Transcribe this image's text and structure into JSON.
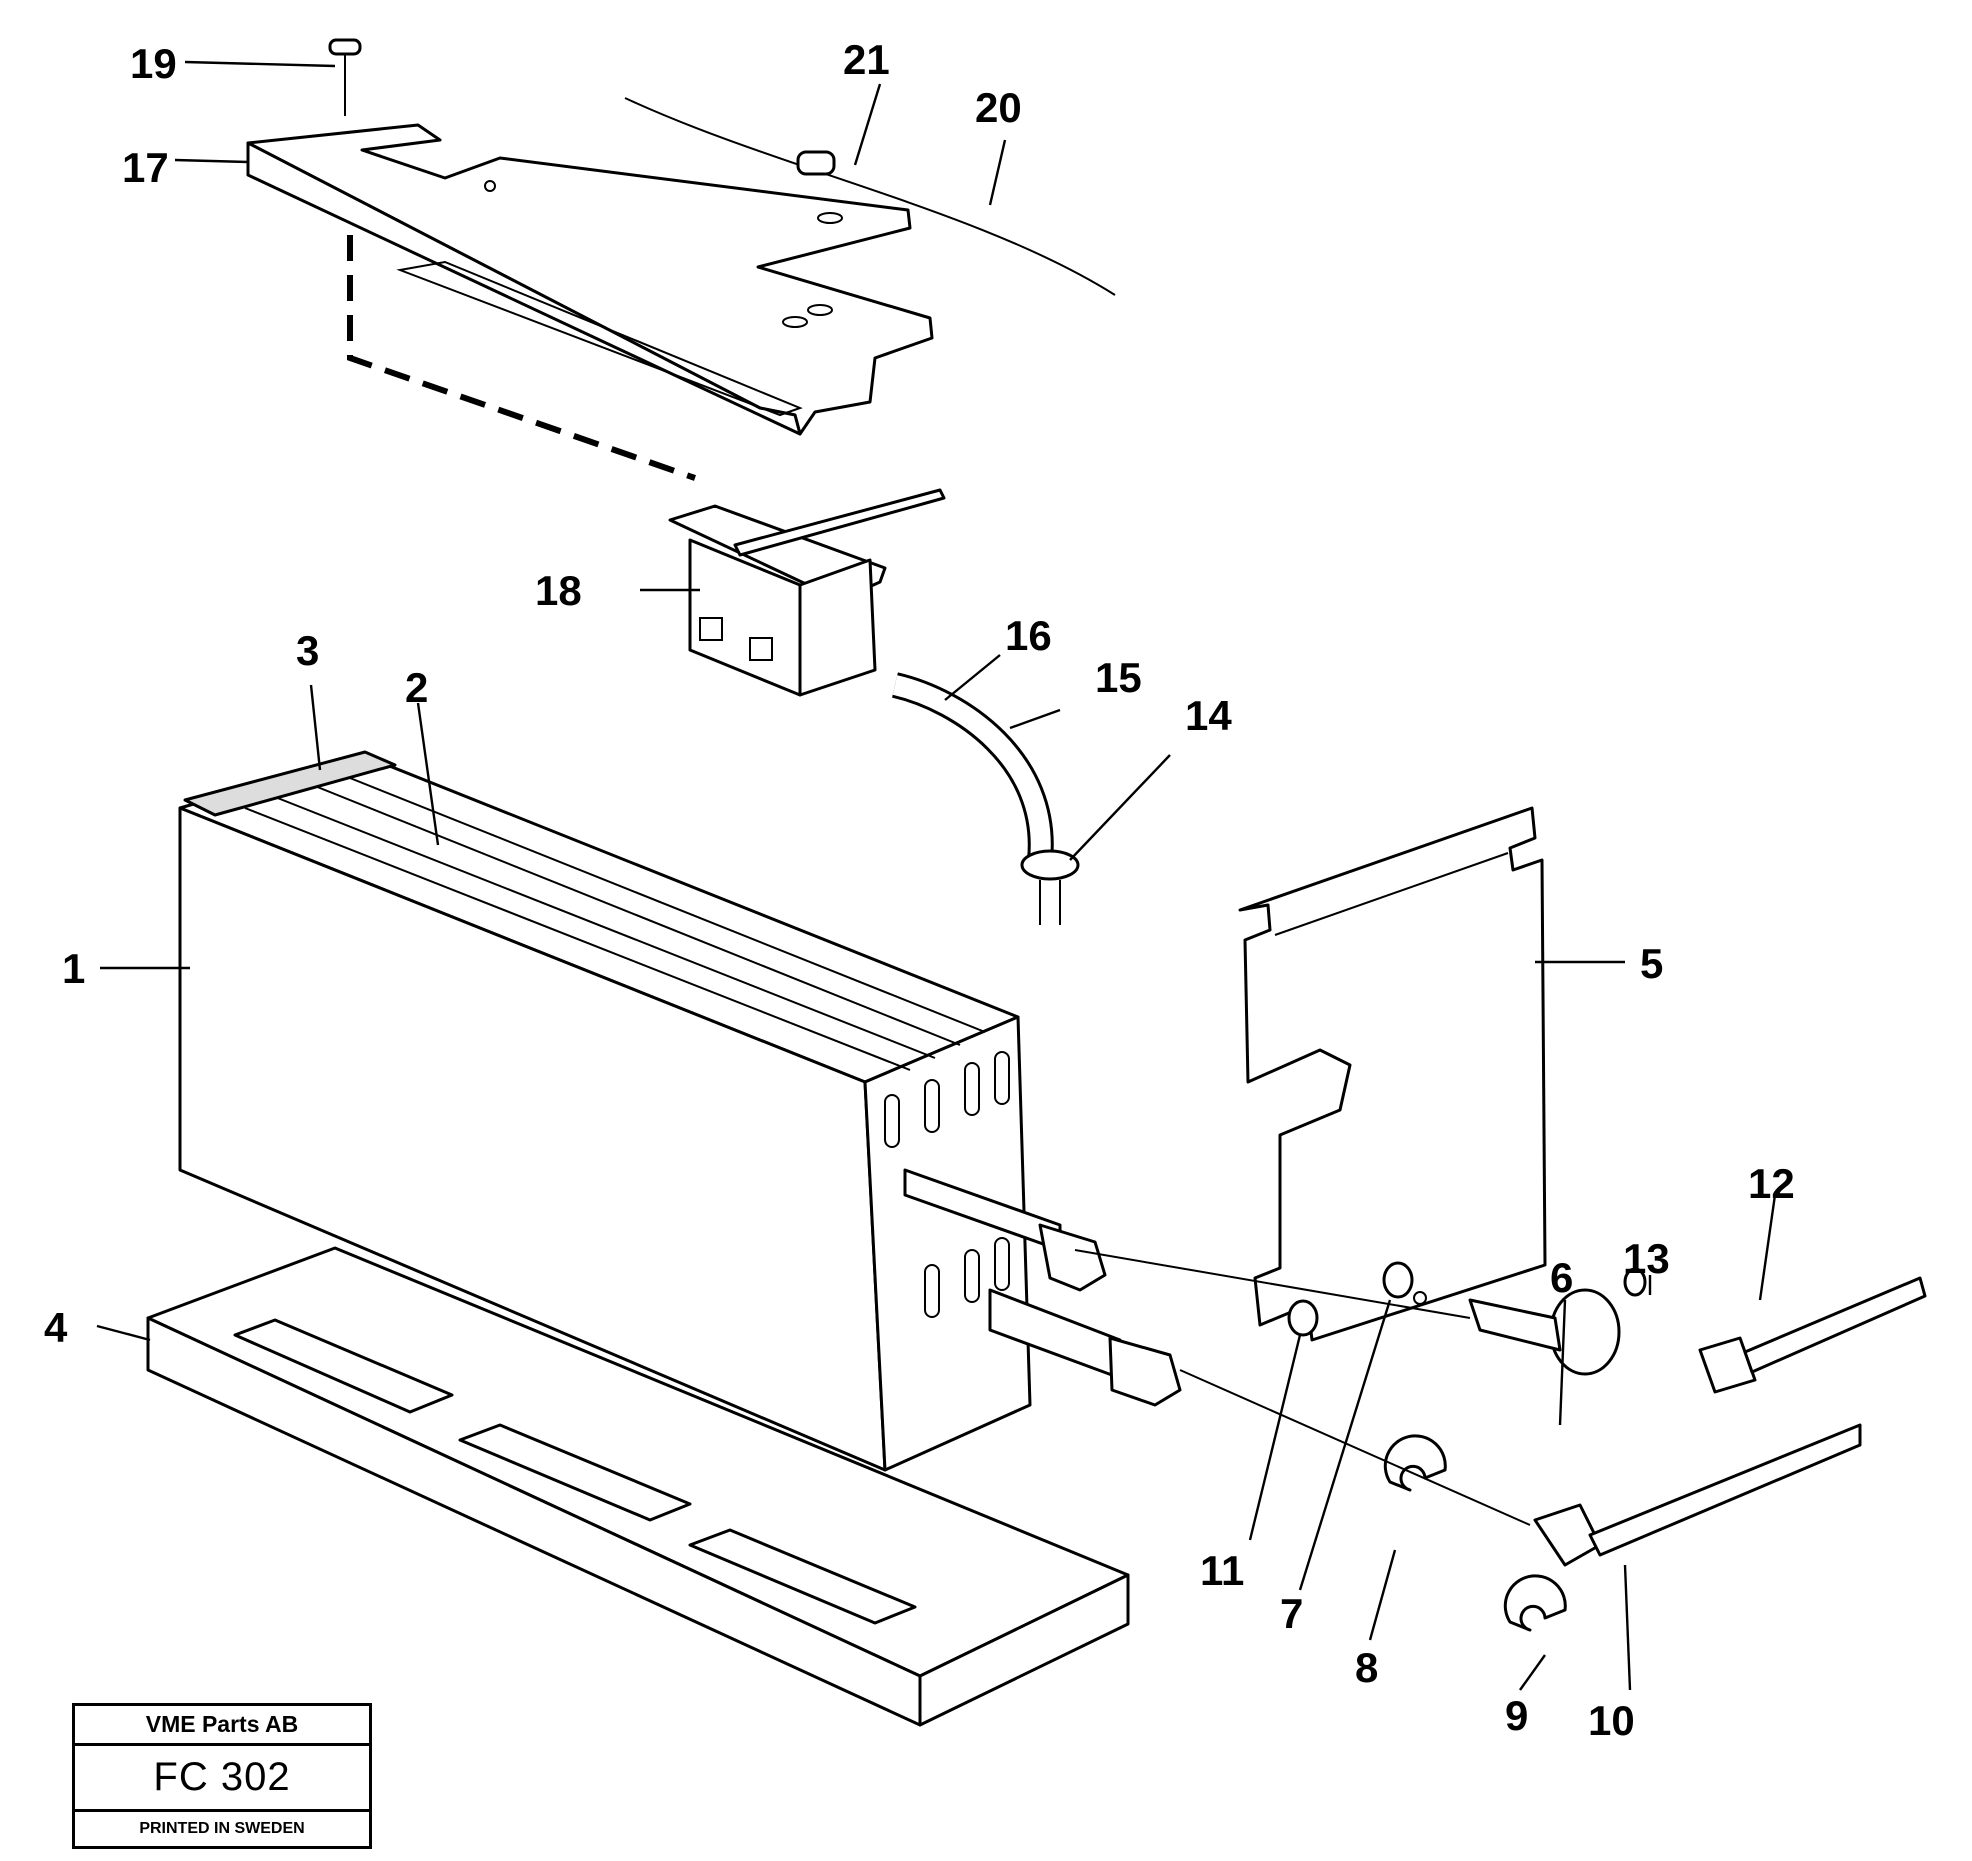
{
  "callouts": [
    "1",
    "2",
    "3",
    "4",
    "5",
    "6",
    "7",
    "8",
    "9",
    "10",
    "11",
    "12",
    "13",
    "14",
    "15",
    "16",
    "17",
    "18",
    "19",
    "20",
    "21"
  ],
  "title_block": {
    "company": "VME Parts AB",
    "code": "FC 302",
    "printed": "PRINTED IN SWEDEN"
  }
}
